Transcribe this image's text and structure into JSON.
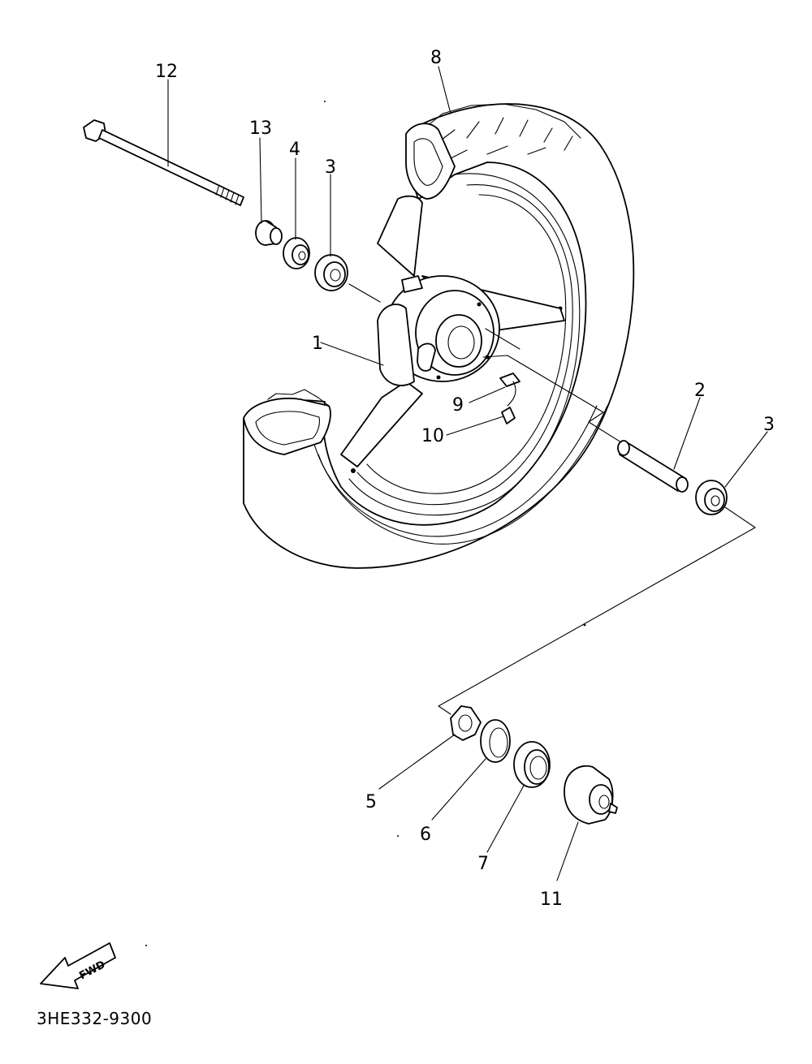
{
  "diagram_code": "3HE332-9300",
  "fwd_arrow": {
    "text": "FWD",
    "icon": "forward-arrow-icon"
  },
  "callouts": {
    "c1": "1",
    "c2": "2",
    "c3a": "3",
    "c3b": "3",
    "c4": "4",
    "c5": "5",
    "c6": "6",
    "c7": "7",
    "c8": "8",
    "c9": "9",
    "c10": "10",
    "c11": "11",
    "c12": "12",
    "c13": "13"
  },
  "parts": [
    {
      "callout": "1",
      "icon": "wheel-hub-icon"
    },
    {
      "callout": "2",
      "icon": "spacer-icon"
    },
    {
      "callout": "3",
      "icon": "bearing-icon"
    },
    {
      "callout": "4",
      "icon": "spacer-flange-icon"
    },
    {
      "callout": "5",
      "icon": "meter-clutch-icon"
    },
    {
      "callout": "6",
      "icon": "oil-seal-icon"
    },
    {
      "callout": "7",
      "icon": "oil-seal-icon"
    },
    {
      "callout": "8",
      "icon": "tire-icon"
    },
    {
      "callout": "9",
      "icon": "valve-icon"
    },
    {
      "callout": "10",
      "icon": "tube-icon"
    },
    {
      "callout": "11",
      "icon": "gear-unit-icon"
    },
    {
      "callout": "12",
      "icon": "axle-shaft-icon"
    },
    {
      "callout": "13",
      "icon": "collar-icon"
    }
  ]
}
